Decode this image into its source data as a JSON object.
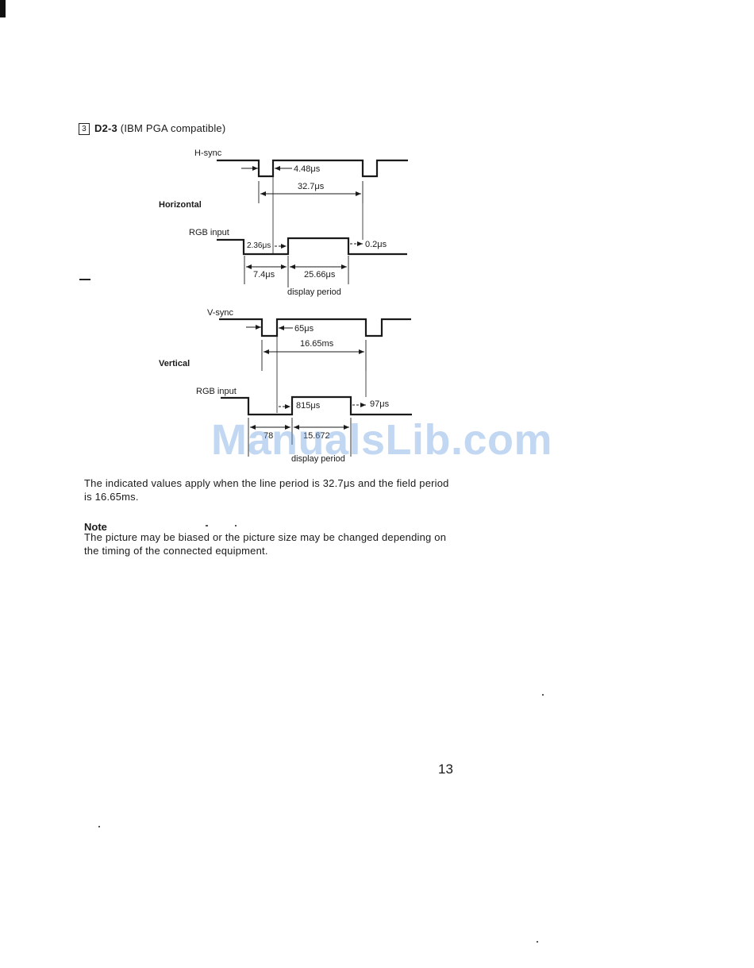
{
  "section": {
    "number": "3",
    "code": "D2-3",
    "description": "(IBM PGA compatible)"
  },
  "diagram": {
    "horizontal": {
      "group_label": "Horizontal",
      "sync_label": "H-sync",
      "sync_pulse": "4.48μs",
      "line_period": "32.7μs",
      "rgb_label": "RGB input",
      "front_gap": "2.36μs",
      "back_gap": "0.2μs",
      "blank_time": "7.4μs",
      "active_time": "25.66μs",
      "display_label": "display period"
    },
    "vertical": {
      "group_label": "Vertical",
      "sync_label": "V-sync",
      "sync_pulse": "65μs",
      "field_period": "16.65ms",
      "rgb_label": "RGB input",
      "front_gap": "815μs",
      "back_gap": "97μs",
      "blank_time": "78",
      "active_time": "15.672",
      "display_label": "display period"
    }
  },
  "watermark": "ManualsLib.com",
  "paragraph": "The indicated values apply when the line period is 32.7μs and the field period is 16.65ms.",
  "note": {
    "title": "Note",
    "text": "The picture may be biased or the picture size may be changed depending on the timing of the connected equipment."
  },
  "page_number": "13"
}
